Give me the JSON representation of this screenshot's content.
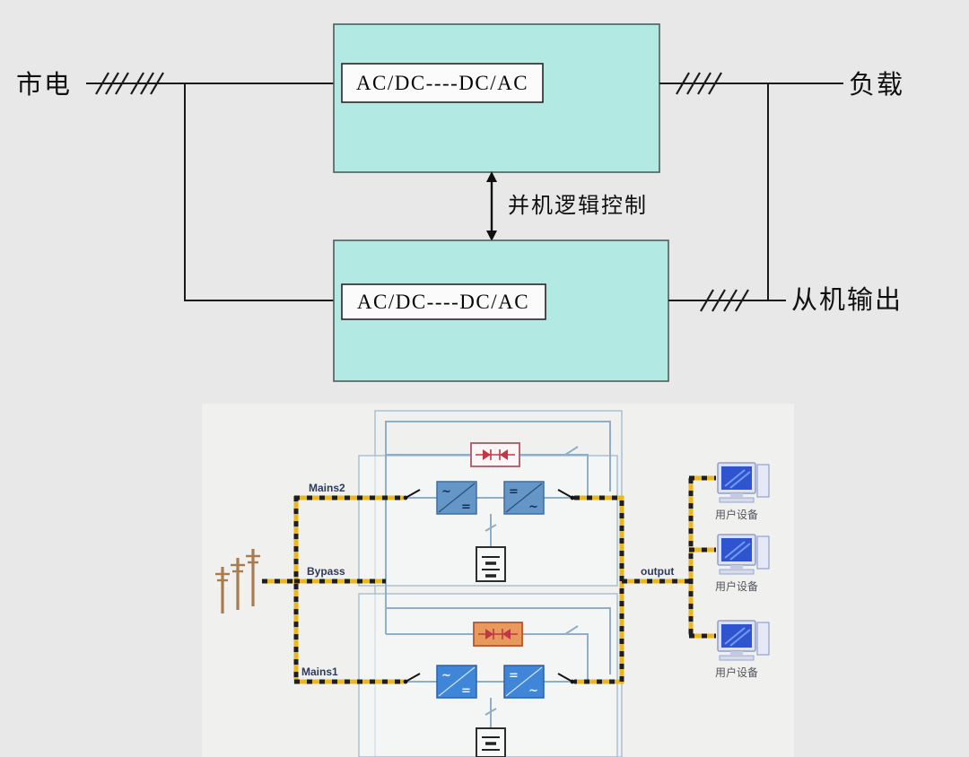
{
  "top_diagram": {
    "mains_label": "市电",
    "load_label": "负载",
    "slave_output_label": "从机输出",
    "parallel_control_label": "并机逻辑控制",
    "master_converter_label": "AC/DC----DC/AC",
    "slave_converter_label": "AC/DC----DC/AC"
  },
  "bottom_diagram": {
    "mains2_label": "Mains2",
    "bypass_label": "Bypass",
    "mains1_label": "Mains1",
    "output_label": "output",
    "converter_symbols": {
      "ac": "~",
      "dc": "="
    },
    "load_labels": [
      "用户设备",
      "用户设备",
      "用户设备"
    ]
  },
  "colors": {
    "background": "#e8e8e8",
    "ups_box_fill": "#b2e9e3",
    "power_tape_yellow": "#e9b820",
    "wiring_blue": "#8fafc8",
    "enclosure_blue": "#a9bfd3",
    "converter_fill_1": "#6496c8",
    "converter_fill_2": "#3f86d8",
    "static_switch_1_fill": "#fdf6f6",
    "static_switch_2_fill": "#e89a5c",
    "thyristor_red": "#c03848",
    "screen_blue": "#2e55cf",
    "pole_brown": "#a97c4f"
  }
}
